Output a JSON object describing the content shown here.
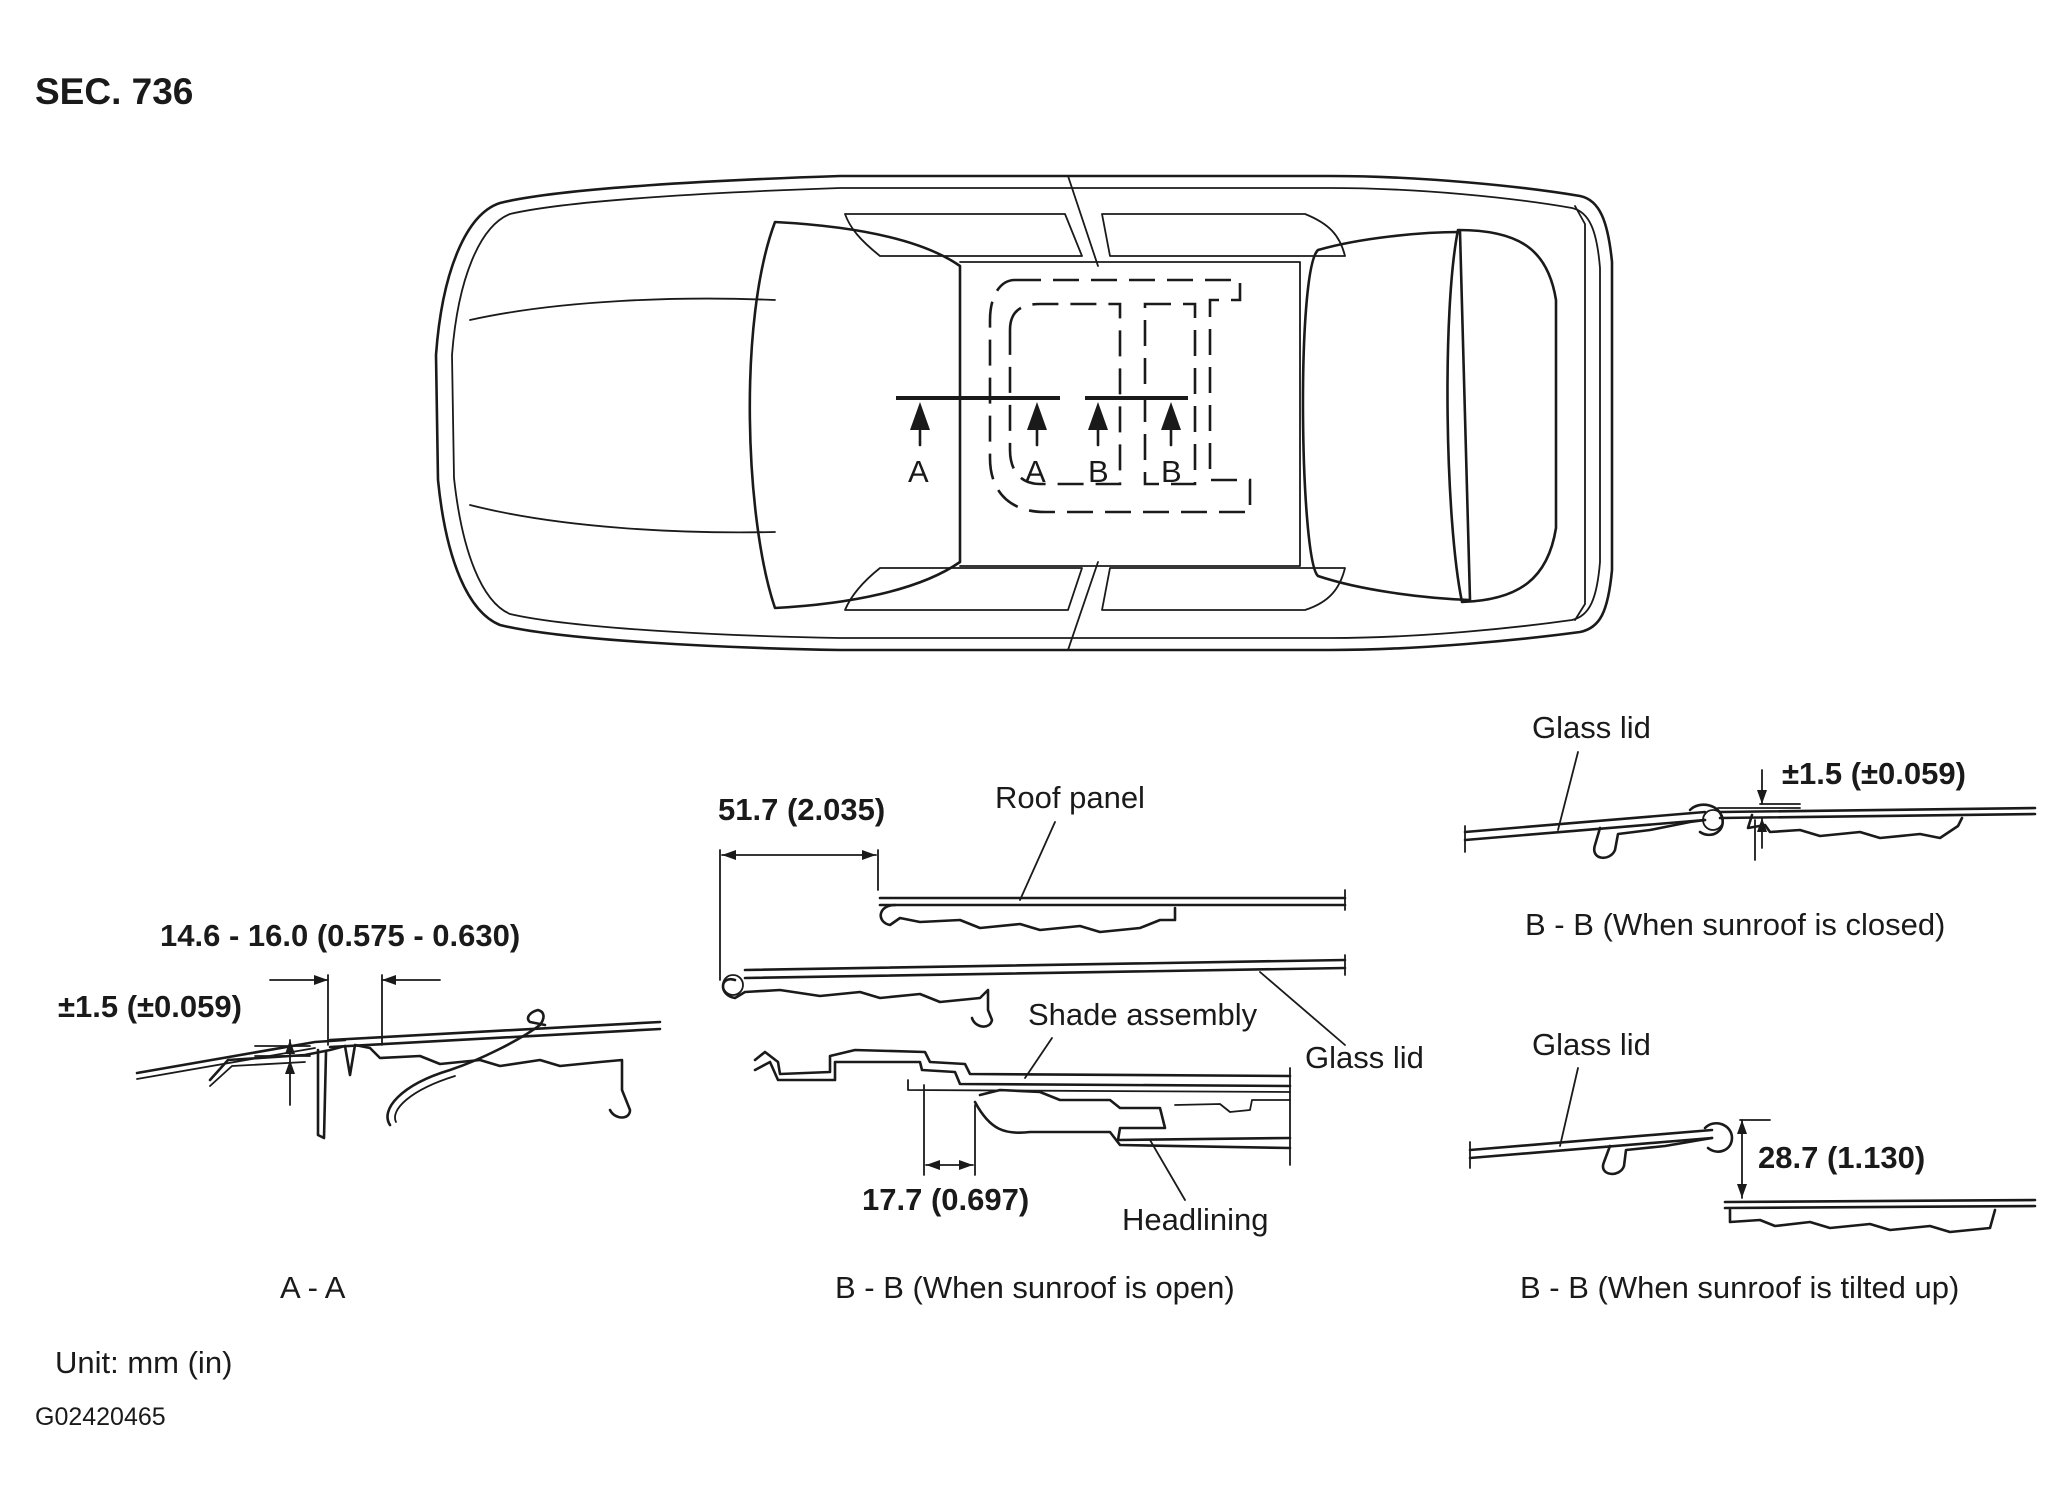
{
  "section": "SEC. 736",
  "car_view": {
    "markers": [
      "A",
      "A",
      "B",
      "B"
    ]
  },
  "section_aa": {
    "caption": "A - A",
    "dim_range": "14.6 - 16.0 (0.575 - 0.630)",
    "dim_tol": "±1.5 (±0.059)"
  },
  "section_bb_open": {
    "caption": "B - B (When sunroof is open)",
    "dim_top": "51.7 (2.035)",
    "dim_bottom": "17.7 (0.697)",
    "label_roof_panel": "Roof panel",
    "label_shade": "Shade assembly",
    "label_glass": "Glass lid",
    "label_headlining": "Headlining"
  },
  "section_bb_closed": {
    "caption": "B - B (When sunroof is closed)",
    "label_glass": "Glass lid",
    "dim_tol": "±1.5 (±0.059)"
  },
  "section_bb_tilted": {
    "caption": "B - B (When sunroof is tilted up)",
    "label_glass": "Glass lid",
    "dim_gap": "28.7 (1.130)"
  },
  "footer": {
    "unit": "Unit: mm (in)",
    "code": "G02420465"
  }
}
